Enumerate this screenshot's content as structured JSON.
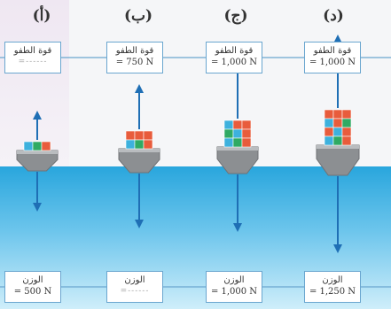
{
  "panels": [
    {
      "label": "(أ)",
      "top_title": "قوة الطفو",
      "top_value": "",
      "bottom_title": "الوزن",
      "bottom_value": "= 500 N",
      "stack": [
        [
          "#3db1dd",
          "#2faa63",
          "#e85c3c"
        ]
      ]
    },
    {
      "label": "(ب)",
      "top_title": "قوة الطفو",
      "top_value": "= 750 N",
      "bottom_title": "الوزن",
      "bottom_value": "",
      "stack": [
        [
          "#e85c3c",
          "#e85c3c",
          "#e85c3c"
        ],
        [
          "#3db1dd",
          "#2faa63",
          "#e85c3c"
        ]
      ]
    },
    {
      "label": "(ج)",
      "top_title": "قوة الطفو",
      "top_value": "= 1,000 N",
      "bottom_title": "الوزن",
      "bottom_value": "= 1,000 N",
      "stack": [
        [
          "#3db1dd",
          "#e85c3c",
          "#e85c3c"
        ],
        [
          "#2faa63",
          "#3db1dd",
          "#e85c3c"
        ],
        [
          "#3db1dd",
          "#2faa63",
          "#e85c3c"
        ]
      ]
    },
    {
      "label": "(د)",
      "top_title": "قوة الطفو",
      "top_value": "= 1,000 N",
      "bottom_title": "الوزن",
      "bottom_value": "= 1,250 N",
      "stack": [
        [
          "#e85c3c",
          "#e85c3c",
          "#e85c3c"
        ],
        [
          "#3db1dd",
          "#e85c3c",
          "#2faa63"
        ],
        [
          "#e85c3c",
          "#3db1dd",
          "#e85c3c"
        ],
        [
          "#3db1dd",
          "#2faa63",
          "#e85c3c"
        ]
      ]
    }
  ],
  "colors": {
    "water_top": "#29a6dd",
    "water_bottom": "#bfe6f7",
    "hull": "#8c8f92",
    "arrow": "#1f6fb5",
    "card_border": "#6aa6cf"
  }
}
